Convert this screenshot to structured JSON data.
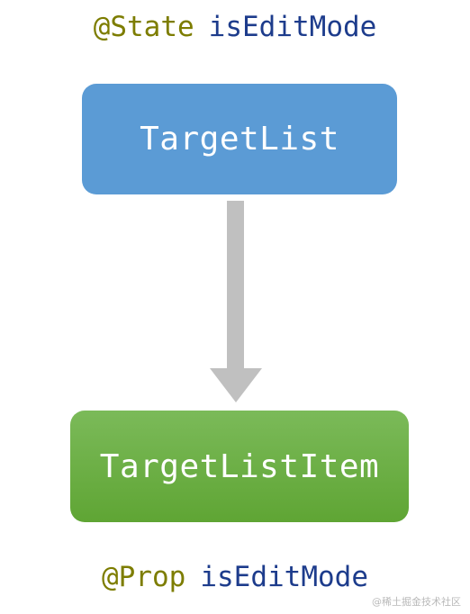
{
  "top_annotation": {
    "decorator": "@State",
    "variable": "isEditMode"
  },
  "parent_node": {
    "label": "TargetList",
    "color": "#5b9bd5"
  },
  "child_node": {
    "label": "TargetListItem",
    "color": "#6aab44"
  },
  "connector": {
    "direction": "down",
    "color": "#c0c0c0"
  },
  "bottom_annotation": {
    "decorator": "@Prop",
    "variable": "isEditMode"
  },
  "watermark": "@稀土掘金技术社区",
  "colors": {
    "decorator": "#7d7d00",
    "variable": "#1d3c8c"
  }
}
